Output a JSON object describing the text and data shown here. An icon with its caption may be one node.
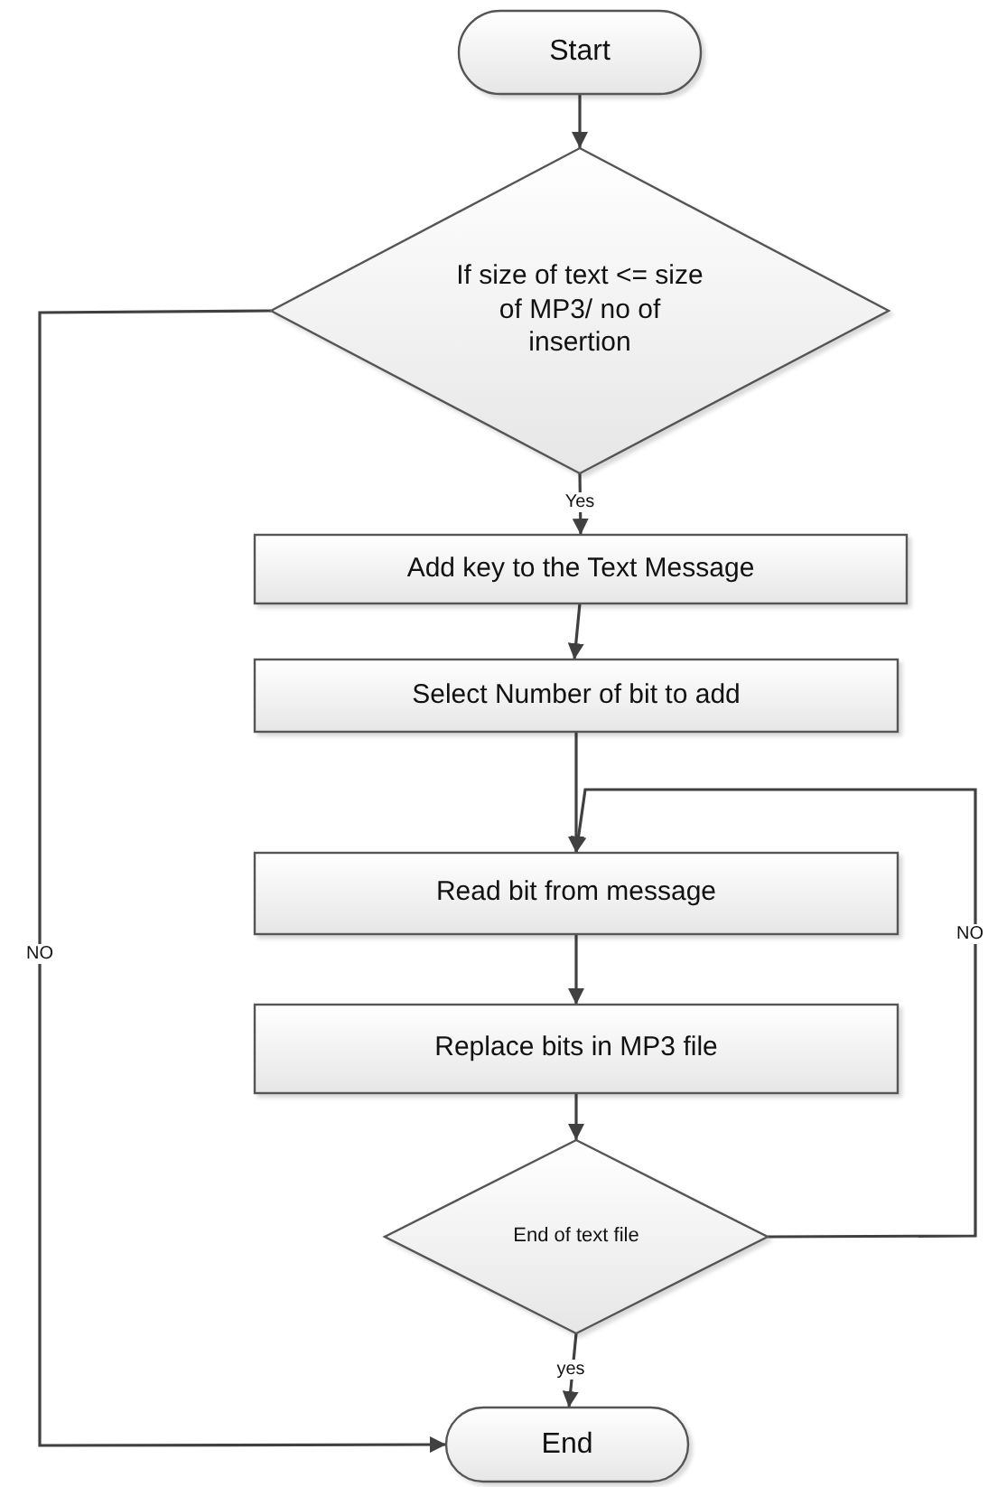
{
  "diagram": {
    "nodes": [
      {
        "text": [
          "Start"
        ]
      },
      {
        "text": [
          "If size of text <= size of MP3/ no of insertion"
        ]
      },
      {
        "text": [
          "Add key to the Text Message"
        ]
      },
      {
        "text": [
          "Select Number of bit to add"
        ]
      },
      {
        "text": [
          "Read bit from message"
        ]
      },
      {
        "text": [
          "Replace bits in MP3 file"
        ]
      },
      {
        "text": [
          "End of text file"
        ]
      },
      {
        "text": [
          "End"
        ]
      }
    ],
    "edges": [
      {
        "from": 0,
        "to": 1,
        "arrow": "to"
      },
      {
        "from": 1,
        "to": 2,
        "arrow": "to",
        "label": "Yes"
      },
      {
        "from": 2,
        "to": 3,
        "arrow": "to"
      },
      {
        "from": 3,
        "to": 4,
        "arrow": "to"
      },
      {
        "from": 4,
        "to": 5,
        "arrow": "to"
      },
      {
        "from": 5,
        "to": 6,
        "arrow": "to"
      },
      {
        "from": 6,
        "to": 7,
        "arrow": "to",
        "label": "yes"
      },
      {
        "from": 1,
        "to": 7,
        "arrow": "to",
        "label": "NO"
      },
      {
        "from": 6,
        "to": 4,
        "arrow": "to",
        "label": "NO"
      }
    ]
  }
}
